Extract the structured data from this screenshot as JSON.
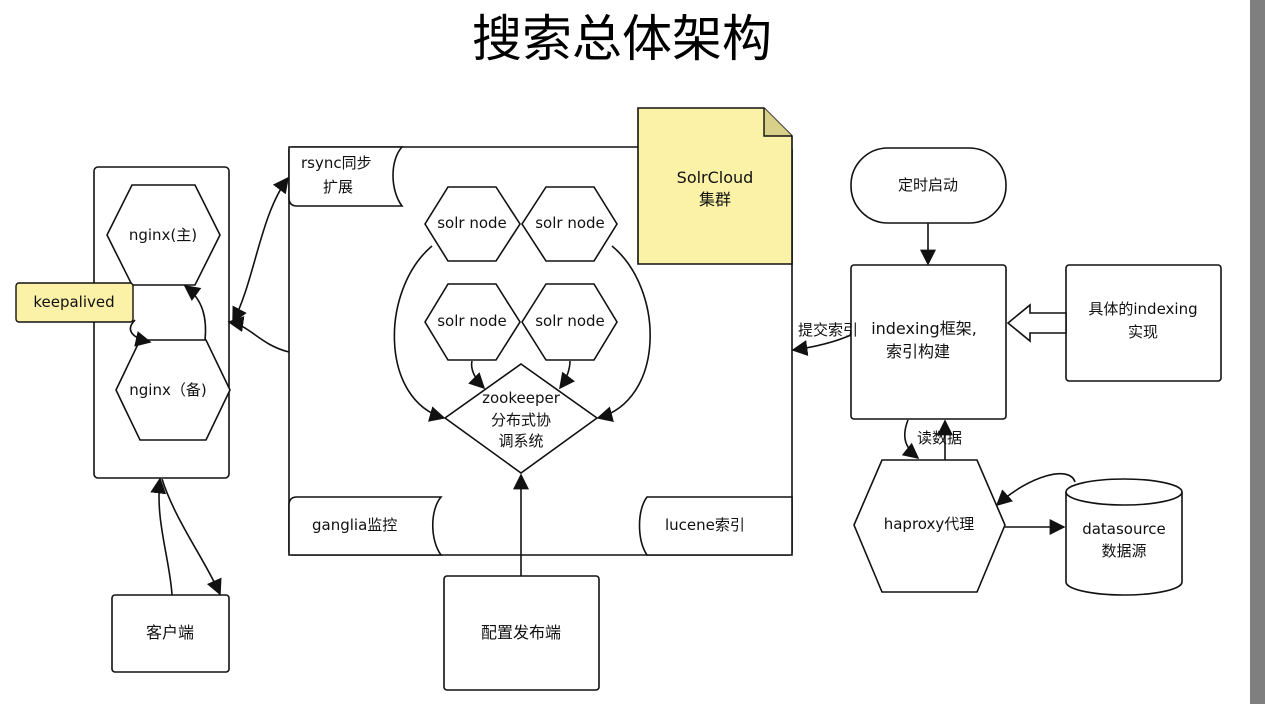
{
  "title": "搜索总体架构",
  "nginx": {
    "master": "nginx(主)",
    "backup": "nginx（备)",
    "keepalived": "keepalived"
  },
  "client": "客户端",
  "rsync": [
    "rsync同步",
    "扩展"
  ],
  "solrcloud": {
    "note": [
      "SolrCloud",
      "集群"
    ],
    "nodes": [
      "solr node",
      "solr node",
      "solr node",
      "solr node"
    ],
    "zookeeper": [
      "zookeeper",
      "分布式协",
      "调系统"
    ],
    "ganglia": "ganglia监控",
    "lucene": "lucene索引"
  },
  "config_publisher": "配置发布端",
  "indexing": {
    "timer": "定时启动",
    "framework": [
      "indexing框架,",
      "索引构建"
    ],
    "submit_label": "提交索引",
    "impl": [
      "具体的indexing",
      "实现"
    ],
    "read_label": "读数据"
  },
  "haproxy": "haproxy代理",
  "datasource": [
    "datasource",
    "数据源"
  ],
  "colors": {
    "note_fill": "#fbf2a8",
    "stroke": "#111111",
    "scrollbar": "#7f7f7f"
  }
}
